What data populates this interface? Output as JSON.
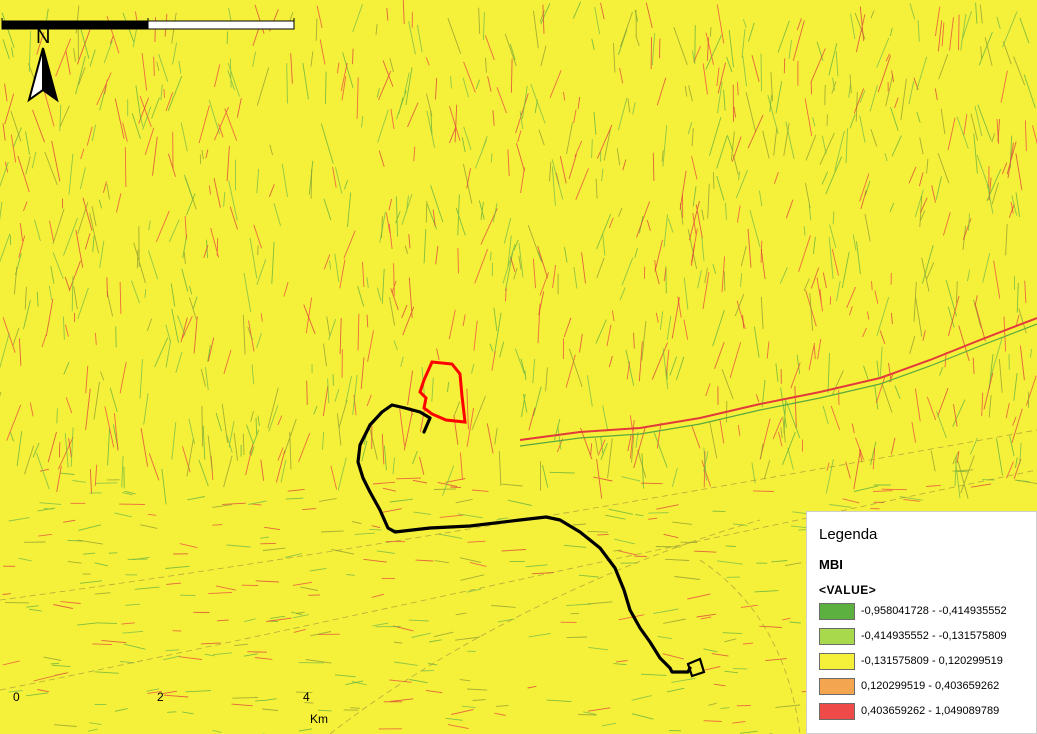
{
  "map": {
    "background_color": "#f5f03a",
    "north_label": "N",
    "north_arrow_icon": "north-arrow-icon",
    "study_area_color": "#ff0000",
    "route_color": "#000000"
  },
  "scale": {
    "labels": [
      "0",
      "2",
      "4"
    ],
    "unit": "Km"
  },
  "legend": {
    "title": "Legenda",
    "layer": "MBI",
    "field": "<VALUE>",
    "items": [
      {
        "label": "-0,958041728 - -0,414935552",
        "color": "#5cb040"
      },
      {
        "label": "-0,414935552 - -0,131575809",
        "color": "#a8d84b"
      },
      {
        "label": "-0,131575809 - 0,120299519",
        "color": "#f5f03a"
      },
      {
        "label": "0,120299519 - 0,403659262",
        "color": "#f4a550"
      },
      {
        "label": "0,403659262 - 1,049089789",
        "color": "#ee4b48"
      }
    ]
  }
}
